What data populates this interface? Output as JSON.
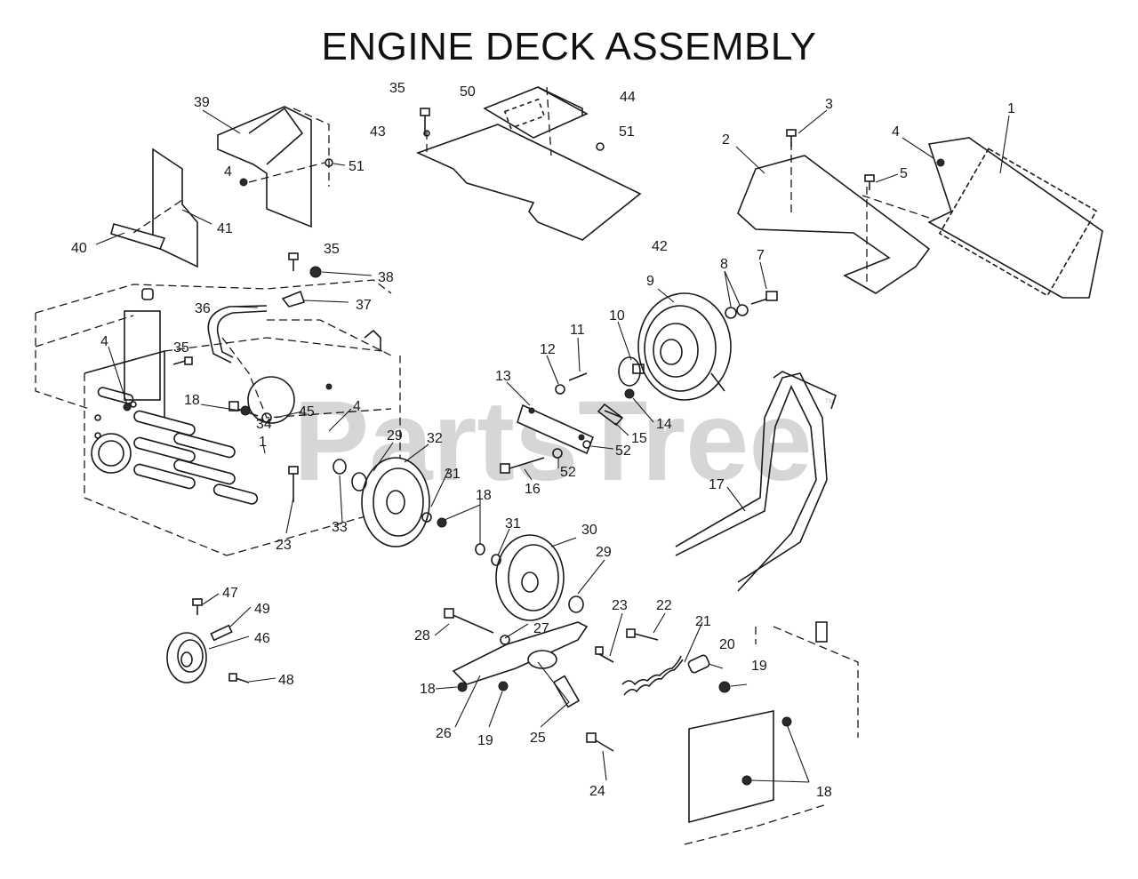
{
  "title": "ENGINE DECK ASSEMBLY",
  "watermark": "PartsTree",
  "watermark_tm": "™",
  "callouts": [
    "1",
    "2",
    "3",
    "4",
    "5",
    "7",
    "8",
    "9",
    "10",
    "11",
    "12",
    "13",
    "14",
    "15",
    "16",
    "17",
    "18",
    "19",
    "20",
    "21",
    "22",
    "23",
    "24",
    "25",
    "26",
    "27",
    "28",
    "29",
    "30",
    "31",
    "32",
    "33",
    "34",
    "35",
    "36",
    "37",
    "38",
    "39",
    "40",
    "41",
    "42",
    "43",
    "44",
    "45",
    "46",
    "47",
    "48",
    "49",
    "50",
    "51",
    "52"
  ]
}
